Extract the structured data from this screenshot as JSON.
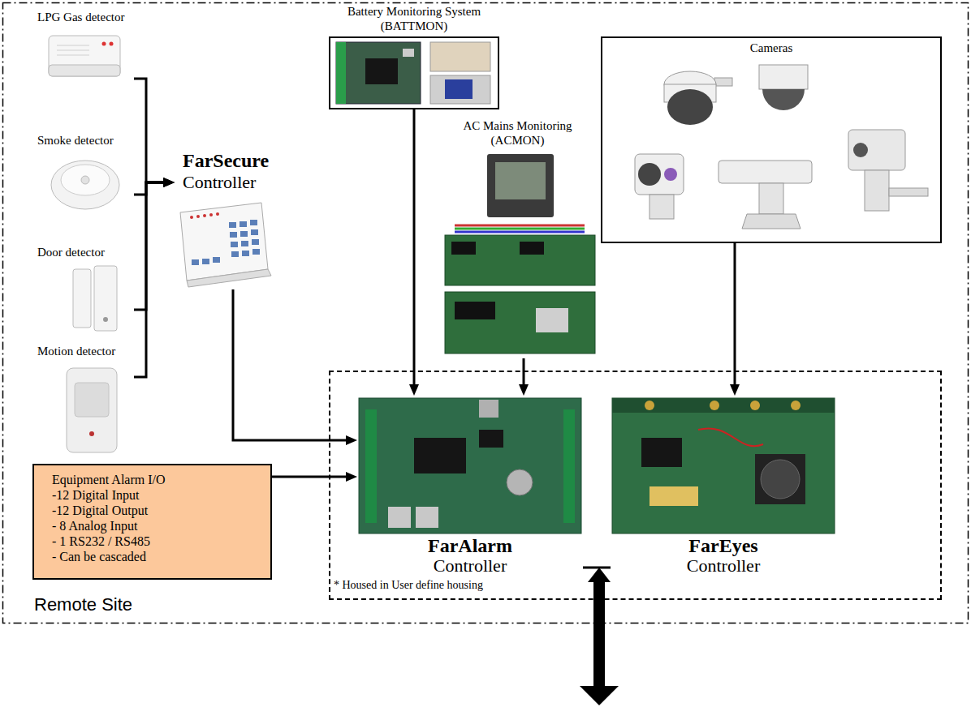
{
  "diagram": {
    "nodes": [
      {
        "text": [
          "Remote Site"
        ]
      },
      {
        "text": [
          "LPG Gas detector"
        ],
        "in": 0
      },
      {
        "text": [
          "Smoke detector"
        ],
        "in": 0
      },
      {
        "text": [
          "Door detector"
        ],
        "in": 0
      },
      {
        "text": [
          "Motion detector"
        ],
        "in": 0
      },
      {
        "text": [
          "Battery Monitoring System (BATTMON)"
        ],
        "in": 0
      },
      {
        "text": [
          "FarSecure",
          "Controller"
        ],
        "in": 0
      },
      {
        "text": [
          "AC Mains Monitoring (ACMON)"
        ],
        "in": 0
      },
      {
        "text": [
          "Cameras"
        ],
        "in": 0
      },
      {
        "text": [
          "Equipment Alarm I/O",
          "-12 Digital Input",
          "-12 Digital Output",
          "- 8 Analog Input",
          "- 1 RS232 / RS485",
          "- Can be cascaded"
        ],
        "in": 0
      },
      {
        "text": [
          "* Housed in User define housing"
        ],
        "in": 0
      },
      {
        "text": [
          "FarAlarm",
          "Controller"
        ],
        "in": 10
      },
      {
        "text": [
          "FarEyes",
          "Controller"
        ],
        "in": 10
      }
    ],
    "edges": [
      {
        "from": 1,
        "to": 6,
        "arrow": "to"
      },
      {
        "from": 2,
        "to": 6,
        "arrow": "to"
      },
      {
        "from": 3,
        "to": 6,
        "arrow": "to"
      },
      {
        "from": 4,
        "to": 6,
        "arrow": "to"
      },
      {
        "from": 6,
        "to": 11,
        "arrow": "to"
      },
      {
        "from": 5,
        "to": 11,
        "arrow": "to"
      },
      {
        "from": 7,
        "to": 11,
        "arrow": "to"
      },
      {
        "from": 9,
        "to": 11,
        "arrow": "to"
      },
      {
        "from": 8,
        "to": 12,
        "arrow": "to"
      },
      {
        "from": 11,
        "to": 12,
        "arrow": "none"
      }
    ]
  }
}
